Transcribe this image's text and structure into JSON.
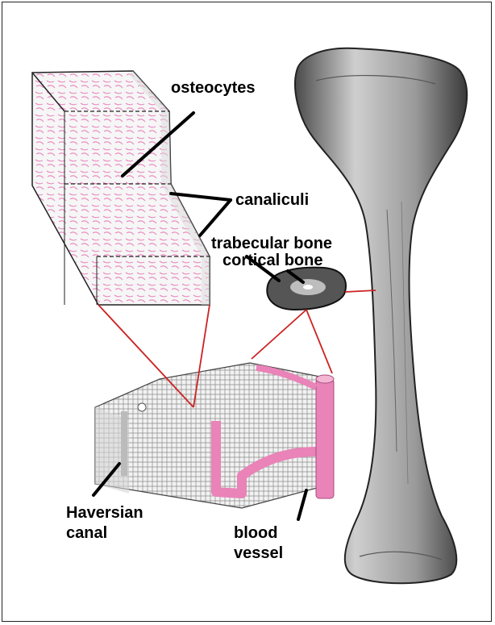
{
  "labels": {
    "osteocytes": "osteocytes",
    "canaliculi": "canaliculi",
    "trabecular_bone": "trabecular bone",
    "cortical_bone": "cortical bone",
    "haversian_canal_line1": "Haversian",
    "haversian_canal_line2": "canal",
    "blood_vessel_line1": "blood",
    "blood_vessel_line2": "vessel"
  },
  "colors": {
    "leader_line": "#000000",
    "zoom_line": "#cc2222",
    "canaliculi_pink": "#e98bc0",
    "vessel_pink": "#e983b8",
    "bone_gray": "#9a9a9a"
  },
  "icons": {
    "bone": "long-bone-illustration",
    "block": "cortical-bone-block",
    "cross_section": "bone-cross-section",
    "micro_block": "osteon-block"
  }
}
